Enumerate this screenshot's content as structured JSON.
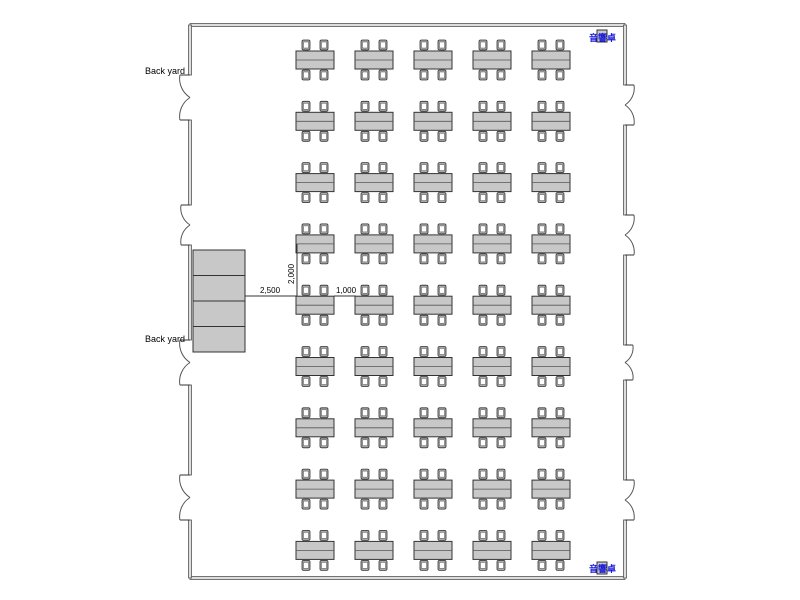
{
  "labels": {
    "back_yard_top": "Back yard",
    "back_yard_bottom": "Back yard",
    "sound_desk_top": "音響卓",
    "sound_desk_bottom": "音響卓"
  },
  "dimensions": {
    "stage_to_table": "2,500",
    "row_spacing": "2,000",
    "column_gap": "1,000"
  },
  "layout_grid": {
    "rows": 9,
    "columns": 5,
    "chairs_per_side": 2
  },
  "stage": {
    "sections": 4
  },
  "colors": {
    "table": "#c8c8c8",
    "wall": "#555555",
    "sound_desk_label": "#1a1adb"
  }
}
